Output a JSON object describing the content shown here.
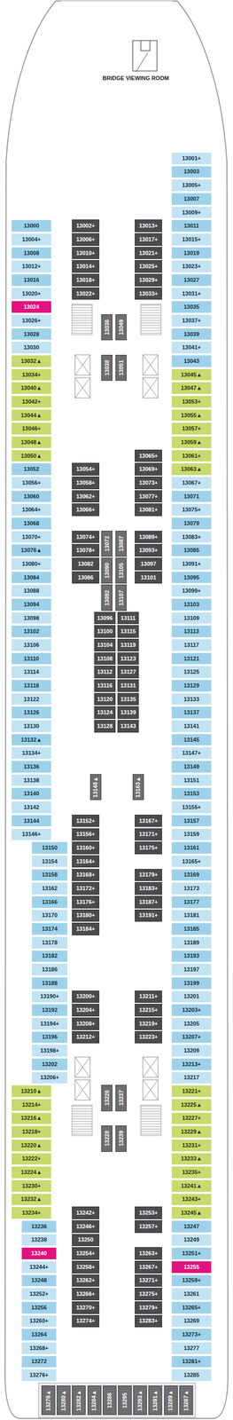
{
  "diagram": {
    "nodes": [
      {
        "text": [
          "13000"
        ]
      },
      {
        "text": [
          "13004+"
        ]
      },
      {
        "text": [
          "13008"
        ]
      },
      {
        "text": [
          "13012+"
        ]
      },
      {
        "text": [
          "13016"
        ]
      },
      {
        "text": [
          "13020+"
        ]
      },
      {
        "text": [
          "13024"
        ]
      },
      {
        "text": [
          "13026+"
        ]
      },
      {
        "text": [
          "13028"
        ]
      },
      {
        "text": [
          "13030"
        ]
      },
      {
        "text": [
          "13032▲"
        ]
      },
      {
        "text": [
          "13034+"
        ]
      },
      {
        "text": [
          "13040▲"
        ]
      },
      {
        "text": [
          "13042+"
        ]
      },
      {
        "text": [
          "13044▲"
        ]
      },
      {
        "text": [
          "13046+"
        ]
      },
      {
        "text": [
          "13048▲"
        ]
      },
      {
        "text": [
          "13050▲"
        ]
      },
      {
        "text": [
          "13052"
        ]
      },
      {
        "text": [
          "13056+"
        ]
      },
      {
        "text": [
          "13060"
        ]
      },
      {
        "text": [
          "13064+"
        ]
      },
      {
        "text": [
          "13068"
        ]
      },
      {
        "text": [
          "13070+"
        ]
      },
      {
        "text": [
          "13076▲"
        ]
      },
      {
        "text": [
          "13080+"
        ]
      },
      {
        "text": [
          "13084"
        ]
      },
      {
        "text": [
          "13088"
        ]
      },
      {
        "text": [
          "13094"
        ]
      },
      {
        "text": [
          "13098"
        ]
      },
      {
        "text": [
          "13102"
        ]
      },
      {
        "text": [
          "13106"
        ]
      },
      {
        "text": [
          "13110"
        ]
      },
      {
        "text": [
          "13114"
        ]
      },
      {
        "text": [
          "13118"
        ]
      },
      {
        "text": [
          "13122"
        ]
      },
      {
        "text": [
          "13126"
        ]
      },
      {
        "text": [
          "13130"
        ]
      },
      {
        "text": [
          "13132▲"
        ]
      },
      {
        "text": [
          "13134+"
        ]
      },
      {
        "text": [
          "13136"
        ]
      },
      {
        "text": [
          "13138"
        ]
      },
      {
        "text": [
          "13140"
        ]
      },
      {
        "text": [
          "13142"
        ]
      },
      {
        "text": [
          "13144"
        ]
      },
      {
        "text": [
          "13146+"
        ]
      },
      {
        "text": [
          "13150"
        ]
      },
      {
        "text": [
          "13154"
        ]
      },
      {
        "text": [
          "13158"
        ]
      },
      {
        "text": [
          "13162"
        ]
      },
      {
        "text": [
          "13166"
        ]
      },
      {
        "text": [
          "13170"
        ]
      },
      {
        "text": [
          "13174"
        ]
      },
      {
        "text": [
          "13178"
        ]
      },
      {
        "text": [
          "13182"
        ]
      },
      {
        "text": [
          "13186"
        ]
      },
      {
        "text": [
          "13188"
        ]
      },
      {
        "text": [
          "13190+"
        ]
      },
      {
        "text": [
          "13192"
        ]
      },
      {
        "text": [
          "13194+"
        ]
      },
      {
        "text": [
          "13196"
        ]
      },
      {
        "text": [
          "13198+"
        ]
      },
      {
        "text": [
          "13202"
        ]
      },
      {
        "text": [
          "13206+"
        ]
      },
      {
        "text": [
          "13210▲"
        ]
      },
      {
        "text": [
          "13214+"
        ]
      },
      {
        "text": [
          "13216▲"
        ]
      },
      {
        "text": [
          "13218+"
        ]
      },
      {
        "text": [
          "13220▲"
        ]
      },
      {
        "text": [
          "13222+"
        ]
      },
      {
        "text": [
          "13224▲"
        ]
      },
      {
        "text": [
          "13230+"
        ]
      },
      {
        "text": [
          "13232▲"
        ]
      },
      {
        "text": [
          "13234+"
        ]
      },
      {
        "text": [
          "13236"
        ]
      },
      {
        "text": [
          "13238"
        ]
      },
      {
        "text": [
          "13240"
        ]
      },
      {
        "text": [
          "13244+"
        ]
      },
      {
        "text": [
          "13248"
        ]
      },
      {
        "text": [
          "13252+"
        ]
      },
      {
        "text": [
          "13256"
        ]
      },
      {
        "text": [
          "13260+"
        ]
      },
      {
        "text": [
          "13264"
        ]
      },
      {
        "text": [
          "13268+"
        ]
      },
      {
        "text": [
          "13272"
        ]
      },
      {
        "text": [
          "13276+"
        ]
      },
      {
        "text": [
          "13001+"
        ]
      },
      {
        "text": [
          "13003"
        ]
      },
      {
        "text": [
          "13005+"
        ]
      },
      {
        "text": [
          "13007"
        ]
      },
      {
        "text": [
          "13009+"
        ]
      },
      {
        "text": [
          "13011"
        ]
      },
      {
        "text": [
          "13015+"
        ]
      },
      {
        "text": [
          "13019"
        ]
      },
      {
        "text": [
          "13023+"
        ]
      },
      {
        "text": [
          "13027"
        ]
      },
      {
        "text": [
          "13031+"
        ]
      },
      {
        "text": [
          "13035"
        ]
      },
      {
        "text": [
          "13037+"
        ]
      },
      {
        "text": [
          "13039"
        ]
      },
      {
        "text": [
          "13041+"
        ]
      },
      {
        "text": [
          "13043"
        ]
      },
      {
        "text": [
          "13045▲"
        ]
      },
      {
        "text": [
          "13047▲"
        ]
      },
      {
        "text": [
          "13053+"
        ]
      },
      {
        "text": [
          "13055▲"
        ]
      },
      {
        "text": [
          "13057+"
        ]
      },
      {
        "text": [
          "13059▲"
        ]
      },
      {
        "text": [
          "13061+"
        ]
      },
      {
        "text": [
          "13063▲"
        ]
      },
      {
        "text": [
          "13067+"
        ]
      },
      {
        "text": [
          "13071"
        ]
      },
      {
        "text": [
          "13075+"
        ]
      },
      {
        "text": [
          "13079"
        ]
      },
      {
        "text": [
          "13083+"
        ]
      },
      {
        "text": [
          "13085"
        ]
      },
      {
        "text": [
          "13091+"
        ]
      },
      {
        "text": [
          "13095"
        ]
      },
      {
        "text": [
          "13099+"
        ]
      },
      {
        "text": [
          "13103"
        ]
      },
      {
        "text": [
          "13109"
        ]
      },
      {
        "text": [
          "13113"
        ]
      },
      {
        "text": [
          "13117"
        ]
      },
      {
        "text": [
          "13121"
        ]
      },
      {
        "text": [
          "13125"
        ]
      },
      {
        "text": [
          "13129"
        ]
      },
      {
        "text": [
          "13133"
        ]
      },
      {
        "text": [
          "13137"
        ]
      },
      {
        "text": [
          "13141"
        ]
      },
      {
        "text": [
          "13145"
        ]
      },
      {
        "text": [
          "13147+"
        ]
      },
      {
        "text": [
          "13149"
        ]
      },
      {
        "text": [
          "13151"
        ]
      },
      {
        "text": [
          "13153"
        ]
      },
      {
        "text": [
          "13155+"
        ]
      },
      {
        "text": [
          "13157"
        ]
      },
      {
        "text": [
          "13159"
        ]
      },
      {
        "text": [
          "13161"
        ]
      },
      {
        "text": [
          "13165+"
        ]
      },
      {
        "text": [
          "13169"
        ]
      },
      {
        "text": [
          "13173"
        ]
      },
      {
        "text": [
          "13177"
        ]
      },
      {
        "text": [
          "13181"
        ]
      },
      {
        "text": [
          "13185"
        ]
      },
      {
        "text": [
          "13189"
        ]
      },
      {
        "text": [
          "13193"
        ]
      },
      {
        "text": [
          "13197"
        ]
      },
      {
        "text": [
          "13199"
        ]
      },
      {
        "text": [
          "13201"
        ]
      },
      {
        "text": [
          "13203+"
        ]
      },
      {
        "text": [
          "13205"
        ]
      },
      {
        "text": [
          "13207+"
        ]
      },
      {
        "text": [
          "13209"
        ]
      },
      {
        "text": [
          "13213+"
        ]
      },
      {
        "text": [
          "13217"
        ]
      },
      {
        "text": [
          "13221+"
        ]
      },
      {
        "text": [
          "13225▲"
        ]
      },
      {
        "text": [
          "13227+"
        ]
      },
      {
        "text": [
          "13229▲"
        ]
      },
      {
        "text": [
          "13231+"
        ]
      },
      {
        "text": [
          "13233▲"
        ]
      },
      {
        "text": [
          "13235+"
        ]
      },
      {
        "text": [
          "13241▲"
        ]
      },
      {
        "text": [
          "13243+"
        ]
      },
      {
        "text": [
          "13245▲"
        ]
      },
      {
        "text": [
          "13247"
        ]
      },
      {
        "text": [
          "13249"
        ]
      },
      {
        "text": [
          "13251+"
        ]
      },
      {
        "text": [
          "13255"
        ]
      },
      {
        "text": [
          "13259+"
        ]
      },
      {
        "text": [
          "13261"
        ]
      },
      {
        "text": [
          "13265+"
        ]
      },
      {
        "text": [
          "13269"
        ]
      },
      {
        "text": [
          "13273+"
        ]
      },
      {
        "text": [
          "13277"
        ]
      },
      {
        "text": [
          "13281+"
        ]
      },
      {
        "text": [
          "13285"
        ]
      },
      {
        "text": [
          "13002+"
        ]
      },
      {
        "text": [
          "13006+"
        ]
      },
      {
        "text": [
          "13010+"
        ]
      },
      {
        "text": [
          "13014+"
        ]
      },
      {
        "text": [
          "13018+"
        ]
      },
      {
        "text": [
          "13022+"
        ]
      },
      {
        "text": [
          "13013+"
        ]
      },
      {
        "text": [
          "13017+"
        ]
      },
      {
        "text": [
          "13021+"
        ]
      },
      {
        "text": [
          "13025+"
        ]
      },
      {
        "text": [
          "13029+"
        ]
      },
      {
        "text": [
          "13033+"
        ]
      },
      {
        "text": [
          "13036"
        ]
      },
      {
        "text": [
          "13049"
        ]
      },
      {
        "text": [
          "13038"
        ]
      },
      {
        "text": [
          "13051"
        ]
      },
      {
        "text": [
          "13065+"
        ]
      },
      {
        "text": [
          "13069+"
        ]
      },
      {
        "text": [
          "13073+"
        ]
      },
      {
        "text": [
          "13077+"
        ]
      },
      {
        "text": [
          "13081+"
        ]
      },
      {
        "text": [
          "13054+"
        ]
      },
      {
        "text": [
          "13058+"
        ]
      },
      {
        "text": [
          "13062+"
        ]
      },
      {
        "text": [
          "13066+"
        ]
      },
      {
        "text": [
          "13074+"
        ]
      },
      {
        "text": [
          "13078+"
        ]
      },
      {
        "text": [
          "13082"
        ]
      },
      {
        "text": [
          "13086"
        ]
      },
      {
        "text": [
          "13072"
        ]
      },
      {
        "text": [
          "13090"
        ]
      },
      {
        "text": [
          "13087"
        ]
      },
      {
        "text": [
          "13105"
        ]
      },
      {
        "text": [
          "13092"
        ]
      },
      {
        "text": [
          "13107"
        ]
      },
      {
        "text": [
          "13089+"
        ]
      },
      {
        "text": [
          "13093+"
        ]
      },
      {
        "text": [
          "13097"
        ]
      },
      {
        "text": [
          "13101"
        ]
      },
      {
        "text": [
          "13096"
        ]
      },
      {
        "text": [
          "13100"
        ]
      },
      {
        "text": [
          "13104"
        ]
      },
      {
        "text": [
          "13108"
        ]
      },
      {
        "text": [
          "13112"
        ]
      },
      {
        "text": [
          "13116"
        ]
      },
      {
        "text": [
          "13120"
        ]
      },
      {
        "text": [
          "13124"
        ]
      },
      {
        "text": [
          "13128"
        ]
      },
      {
        "text": [
          "13111"
        ]
      },
      {
        "text": [
          "13115"
        ]
      },
      {
        "text": [
          "13119"
        ]
      },
      {
        "text": [
          "13123"
        ]
      },
      {
        "text": [
          "13127"
        ]
      },
      {
        "text": [
          "13131"
        ]
      },
      {
        "text": [
          "13135"
        ]
      },
      {
        "text": [
          "13139"
        ]
      },
      {
        "text": [
          "13143"
        ]
      },
      {
        "text": [
          "13148▲"
        ]
      },
      {
        "text": [
          "13163▲"
        ]
      },
      {
        "text": [
          "13152+"
        ]
      },
      {
        "text": [
          "13156+"
        ]
      },
      {
        "text": [
          "13160+"
        ]
      },
      {
        "text": [
          "13164+"
        ]
      },
      {
        "text": [
          "13168+"
        ]
      },
      {
        "text": [
          "13172+"
        ]
      },
      {
        "text": [
          "13176+"
        ]
      },
      {
        "text": [
          "13180+"
        ]
      },
      {
        "text": [
          "13184+"
        ]
      },
      {
        "text": [
          "13167+"
        ]
      },
      {
        "text": [
          "13171+"
        ]
      },
      {
        "text": [
          "13175+"
        ]
      },
      {
        "text": [
          "13179+"
        ]
      },
      {
        "text": [
          "13183+"
        ]
      },
      {
        "text": [
          "13187+"
        ]
      },
      {
        "text": [
          "13191+"
        ]
      },
      {
        "text": [
          "13200+"
        ]
      },
      {
        "text": [
          "13204+"
        ]
      },
      {
        "text": [
          "13208+"
        ]
      },
      {
        "text": [
          "13212+"
        ]
      },
      {
        "text": [
          "13211+"
        ]
      },
      {
        "text": [
          "13215+"
        ]
      },
      {
        "text": [
          "13219+"
        ]
      },
      {
        "text": [
          "13223+"
        ]
      },
      {
        "text": [
          "13226"
        ]
      },
      {
        "text": [
          "13237"
        ]
      },
      {
        "text": [
          "13228"
        ]
      },
      {
        "text": [
          "13239"
        ]
      },
      {
        "text": [
          "13242+"
        ]
      },
      {
        "text": [
          "13246+"
        ]
      },
      {
        "text": [
          "13250"
        ]
      },
      {
        "text": [
          "13254+"
        ]
      },
      {
        "text": [
          "13258+"
        ]
      },
      {
        "text": [
          "13262+"
        ]
      },
      {
        "text": [
          "13266+"
        ]
      },
      {
        "text": [
          "13270+"
        ]
      },
      {
        "text": [
          "13274+"
        ]
      },
      {
        "text": [
          "13253+"
        ]
      },
      {
        "text": [
          "13257+"
        ]
      },
      {
        "text": [
          "13263+"
        ]
      },
      {
        "text": [
          "13267+"
        ]
      },
      {
        "text": [
          "13271+"
        ]
      },
      {
        "text": [
          "13275+"
        ]
      },
      {
        "text": [
          "13279+"
        ]
      },
      {
        "text": [
          "13283+"
        ]
      },
      {
        "text": [
          "13278▲"
        ]
      },
      {
        "text": [
          "13280▲"
        ]
      },
      {
        "text": [
          "13282▲"
        ]
      },
      {
        "text": [
          "13284▲"
        ]
      },
      {
        "text": [
          "13286"
        ]
      },
      {
        "text": [
          "13295"
        ]
      },
      {
        "text": [
          "13293▲"
        ]
      },
      {
        "text": [
          "13291▲"
        ]
      },
      {
        "text": [
          "13289▲"
        ]
      },
      {
        "text": [
          "13287▲"
        ]
      }
    ],
    "labels": [
      "BRIDGE VIEWING ROOM"
    ]
  }
}
